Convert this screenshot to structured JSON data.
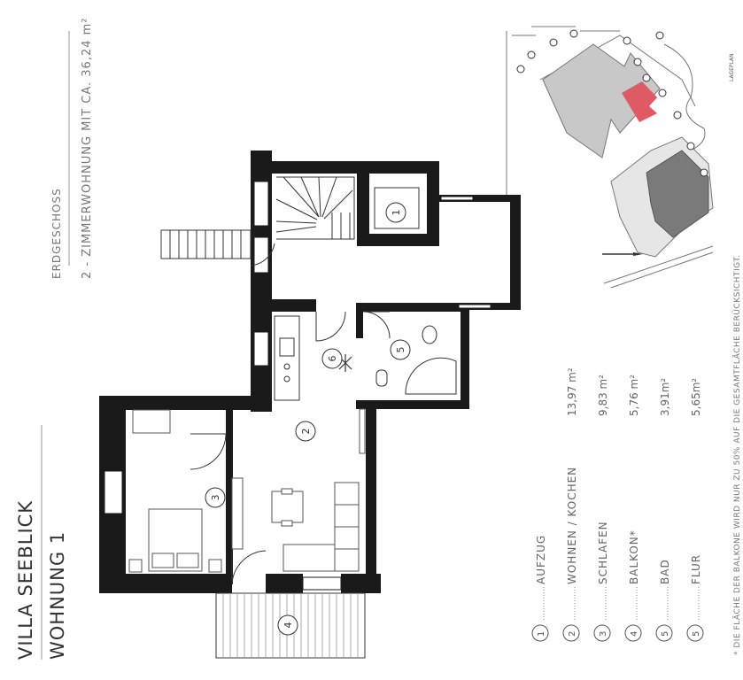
{
  "title": {
    "project": "VILLA SEEBLICK",
    "unit": "WOHNUNG 1"
  },
  "floor": {
    "level": "ERDGESCHOSS",
    "description": "2 - ZIMMERWOHNUNG MIT CA. 36,24 m²"
  },
  "legend": [
    {
      "num": "1",
      "name": "AUFZUG",
      "area": ""
    },
    {
      "num": "2",
      "name": "WOHNEN / KOCHEN",
      "area": "13,97 m²"
    },
    {
      "num": "3",
      "name": "SCHLAFEN",
      "area": "9,83 m²"
    },
    {
      "num": "4",
      "name": "BALKON*",
      "area": "5,76 m²"
    },
    {
      "num": "5",
      "name": "BAD",
      "area": "3,91m²"
    },
    {
      "num": "5",
      "name": "FLUR",
      "area": "5,65m²"
    }
  ],
  "footnote": "* DIE FLÄCHE DER BALKONE WIRD NUR ZU 50% AUF DIE GESAMTFLÄCHE BERÜCKSICHTIGT.",
  "site_plan": {
    "label": "LAGEPLAN",
    "highlight_color": "#e05a66"
  },
  "room_markers": [
    "1",
    "2",
    "3",
    "4",
    "5",
    "6"
  ],
  "colors": {
    "wall": "#1a1a1a",
    "text": "#555555",
    "line": "#777777"
  }
}
